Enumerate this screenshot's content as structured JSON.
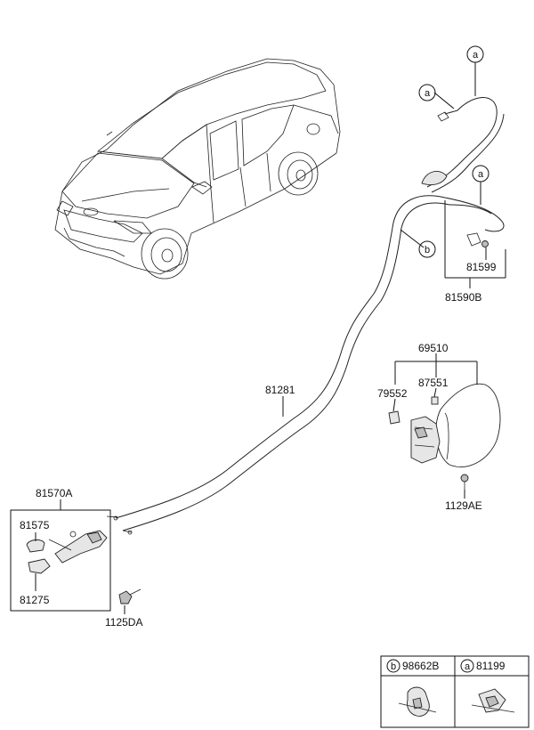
{
  "labels": {
    "p81590B": "81590B",
    "p81599": "81599",
    "p69510": "69510",
    "p87551": "87551",
    "p79552": "79552",
    "p1129AE": "1129AE",
    "p81281": "81281",
    "p81570A": "81570A",
    "p81575": "81575",
    "p81275": "81275",
    "p1125DA": "1125DA"
  },
  "callouts": {
    "a": "a",
    "b": "b"
  },
  "legend": {
    "b_part": "98662B",
    "a_part": "81199",
    "b_letter": "b",
    "a_letter": "a"
  }
}
